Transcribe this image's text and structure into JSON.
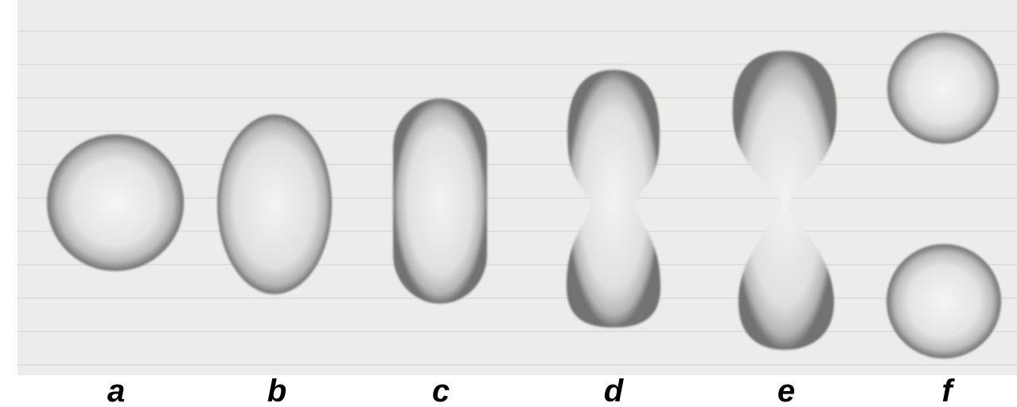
{
  "figure": {
    "labels": [
      "a",
      "b",
      "c",
      "d",
      "e",
      "f"
    ],
    "stages": [
      {
        "label": "a",
        "shape": "sphere"
      },
      {
        "label": "b",
        "shape": "ellipsoid"
      },
      {
        "label": "c",
        "shape": "elongated-capsule"
      },
      {
        "label": "d",
        "shape": "necked-dumbbell"
      },
      {
        "label": "e",
        "shape": "pinched-hourglass"
      },
      {
        "label": "f",
        "shape": "two-separate-spheres"
      }
    ],
    "colors": {
      "paper": "#ececea",
      "shape_center": "#f4f4f2",
      "shape_edge": "#6e6e6e",
      "label": "#000000"
    }
  }
}
